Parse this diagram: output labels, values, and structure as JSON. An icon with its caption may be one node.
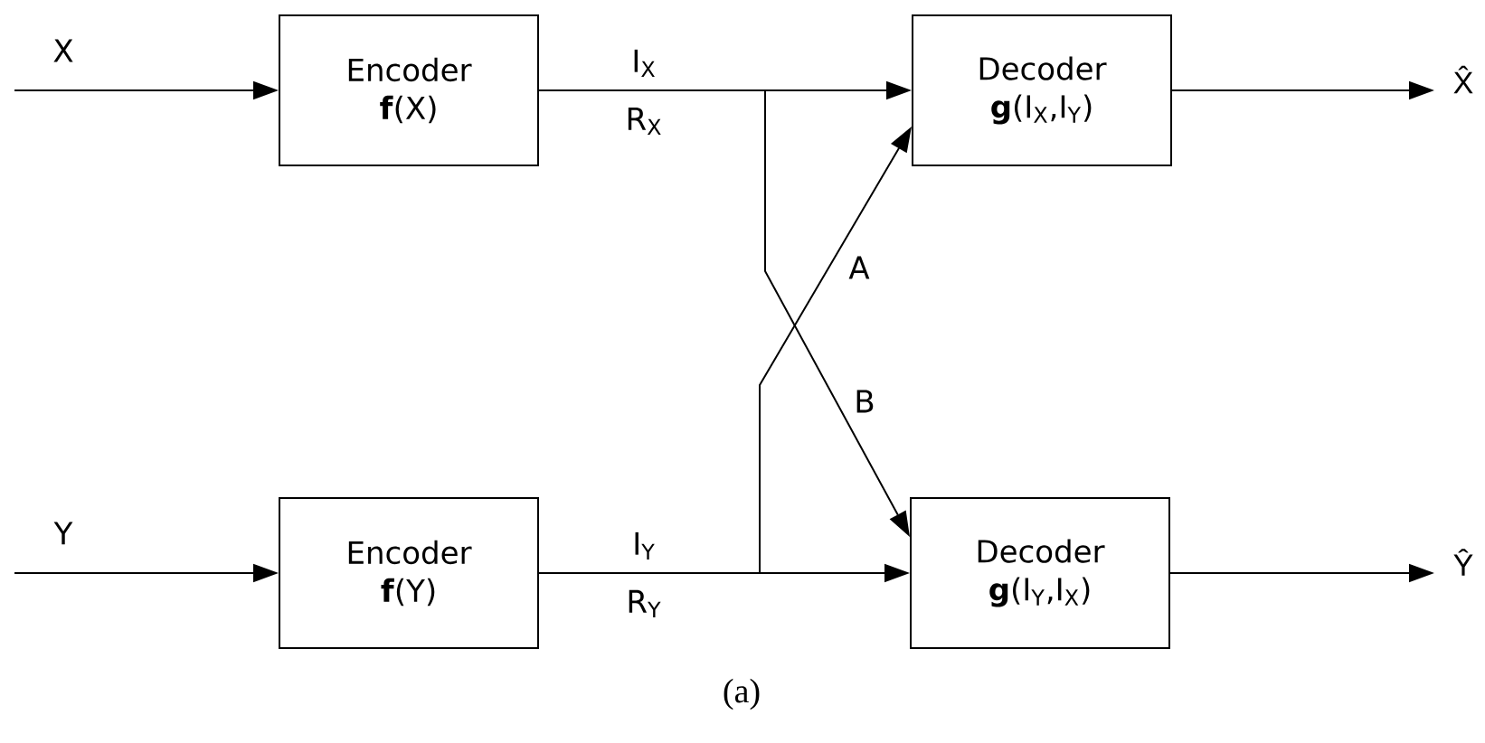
{
  "diagram": {
    "caption": "(a)",
    "nodes": [
      {
        "text": [
          "Encoder",
          "**f**(X)"
        ]
      },
      {
        "text": [
          "Encoder",
          "**f**(Y)"
        ]
      },
      {
        "text": [
          "Decoder",
          "**g**(I$_{X}$,I$_{Y}$)"
        ]
      },
      {
        "text": [
          "Decoder",
          "**g**(I$_{Y}$,I$_{X}$)"
        ]
      }
    ],
    "edges": [
      {
        "from": null,
        "to": 0,
        "arrow": "to",
        "label": "X"
      },
      {
        "from": null,
        "to": 1,
        "arrow": "to",
        "label": "Y"
      },
      {
        "from": 0,
        "to": 2,
        "arrow": "to"
      },
      {
        "from": 0,
        "to": 3,
        "arrow": "to",
        "label": "B"
      },
      {
        "from": 1,
        "to": 2,
        "arrow": "to",
        "label": "A"
      },
      {
        "from": 1,
        "to": 3,
        "arrow": "to"
      },
      {
        "from": 2,
        "to": null,
        "arrow": "to",
        "label": "X̂"
      },
      {
        "from": 3,
        "to": null,
        "arrow": "to",
        "label": "Ŷ"
      }
    ],
    "labels": [
      "I$_{X}$",
      "R$_{X}$",
      "I$_{Y}$",
      "R$_{Y}$"
    ]
  }
}
